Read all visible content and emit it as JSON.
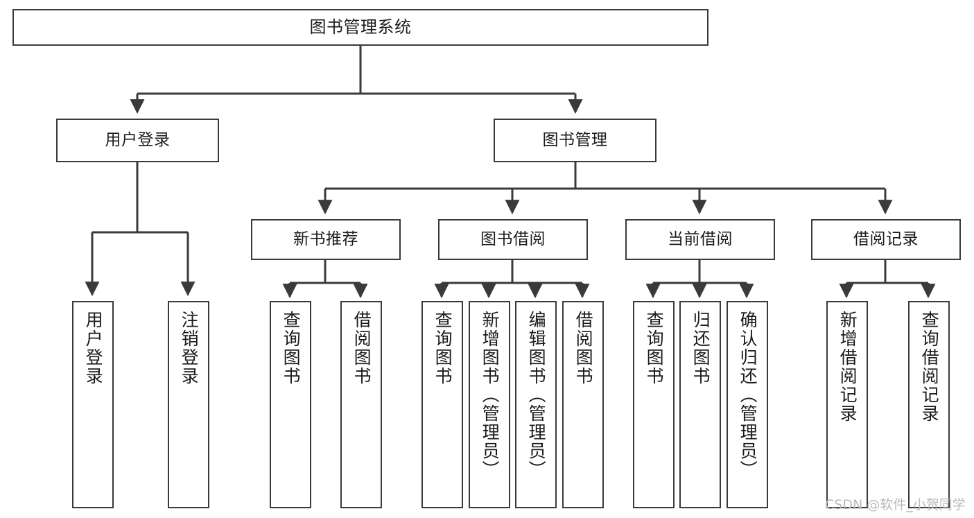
{
  "diagram": {
    "title": "图书管理系统",
    "type": "tree",
    "orientation": "top-down",
    "colors": {
      "box_border": "#3a3a3a",
      "box_fill": "#ffffff",
      "edge": "#3a3a3a",
      "text": "#1b1b1b",
      "watermark": "#b9b9b9",
      "background": "#ffffff"
    },
    "root": {
      "id": "root",
      "label": "图书管理系统"
    },
    "level2": [
      {
        "id": "n_user_login",
        "label": "用户登录"
      },
      {
        "id": "n_book_mgmt",
        "label": "图书管理"
      }
    ],
    "level3": [
      {
        "id": "n_new_book_rec",
        "label": "新书推荐"
      },
      {
        "id": "n_book_borrow",
        "label": "图书借阅"
      },
      {
        "id": "n_current_borrow",
        "label": "当前借阅"
      },
      {
        "id": "n_borrow_record",
        "label": "借阅记录"
      }
    ],
    "leaves": [
      {
        "id": "l_user_login",
        "label": "用户登录",
        "parent": "n_user_login"
      },
      {
        "id": "l_user_logout",
        "label": "注销登录",
        "parent": "n_user_login"
      },
      {
        "id": "l_query_book_1",
        "label": "查询图书",
        "parent": "n_new_book_rec"
      },
      {
        "id": "l_borrow_book_1",
        "label": "借阅图书",
        "parent": "n_new_book_rec"
      },
      {
        "id": "l_query_book_2",
        "label": "查询图书",
        "parent": "n_book_borrow"
      },
      {
        "id": "l_add_book",
        "label": "新增图书（管理员）",
        "parent": "n_book_borrow"
      },
      {
        "id": "l_edit_book",
        "label": "编辑图书（管理员）",
        "parent": "n_book_borrow"
      },
      {
        "id": "l_borrow_book_2",
        "label": "借阅图书",
        "parent": "n_book_borrow"
      },
      {
        "id": "l_query_book_3",
        "label": "查询图书",
        "parent": "n_current_borrow"
      },
      {
        "id": "l_return_book",
        "label": "归还图书",
        "parent": "n_current_borrow"
      },
      {
        "id": "l_confirm_return",
        "label": "确认归还（管理员）",
        "parent": "n_current_borrow"
      },
      {
        "id": "l_add_record",
        "label": "新增借阅记录",
        "parent": "n_borrow_record"
      },
      {
        "id": "l_query_record",
        "label": "查询借阅记录",
        "parent": "n_borrow_record"
      }
    ],
    "watermark": "CSDN @软件_小贺同学"
  }
}
